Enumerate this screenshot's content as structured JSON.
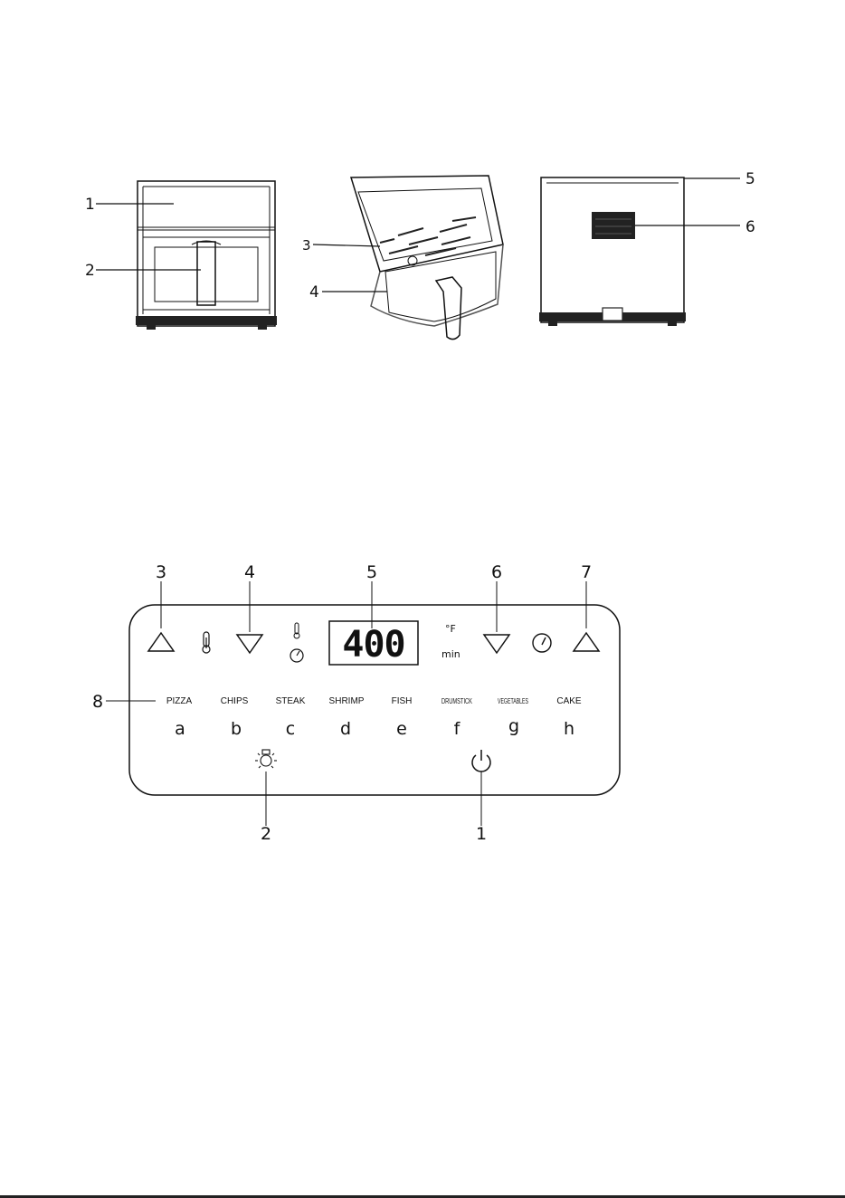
{
  "product_views": {
    "callouts": [
      {
        "id": "1",
        "label": "1"
      },
      {
        "id": "2",
        "label": "2"
      },
      {
        "id": "3",
        "label": "3"
      },
      {
        "id": "4",
        "label": "4"
      },
      {
        "id": "5",
        "label": "5"
      },
      {
        "id": "6",
        "label": "6"
      }
    ]
  },
  "control_panel": {
    "callouts": [
      {
        "id": "1",
        "label": "1"
      },
      {
        "id": "2",
        "label": "2"
      },
      {
        "id": "3",
        "label": "3"
      },
      {
        "id": "4",
        "label": "4"
      },
      {
        "id": "5",
        "label": "5"
      },
      {
        "id": "6",
        "label": "6"
      },
      {
        "id": "7",
        "label": "7"
      },
      {
        "id": "8",
        "label": "8"
      }
    ],
    "display": {
      "value": "400"
    },
    "units": {
      "temperature": "°F",
      "time": "min"
    },
    "icons": [
      "temp-up-arrow-icon",
      "thermometer-icon",
      "temp-down-arrow-icon",
      "thermometer-small-icon",
      "timer-small-icon",
      "time-down-arrow-icon",
      "timer-icon",
      "time-up-arrow-icon",
      "light-bulb-icon",
      "power-icon"
    ],
    "presets": [
      {
        "name": "PIZZA",
        "key": "a"
      },
      {
        "name": "CHIPS",
        "key": "b"
      },
      {
        "name": "STEAK",
        "key": "c"
      },
      {
        "name": "SHRIMP",
        "key": "d"
      },
      {
        "name": "FISH",
        "key": "e"
      },
      {
        "name": "DRUMSTICK",
        "key": "f"
      },
      {
        "name": "VEGETABLES",
        "key": "g"
      },
      {
        "name": "CAKE",
        "key": "h"
      }
    ]
  }
}
